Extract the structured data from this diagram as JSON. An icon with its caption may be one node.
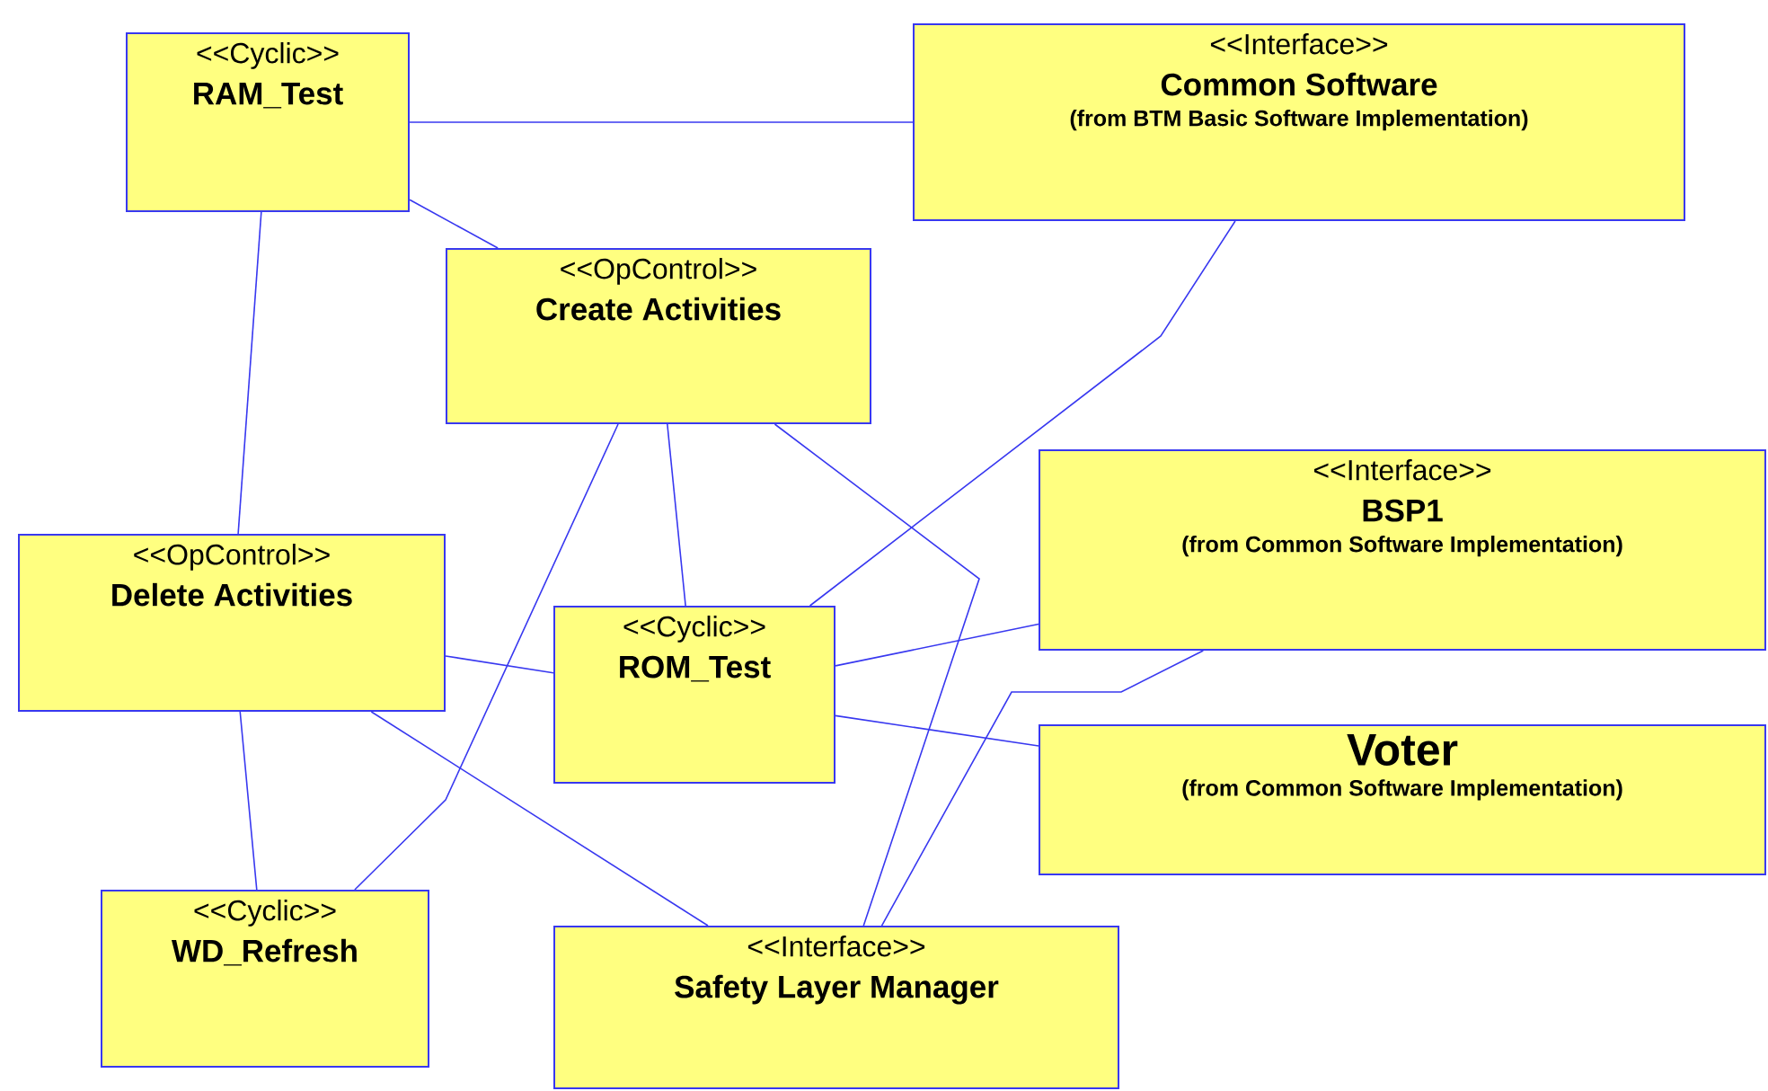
{
  "diagram": {
    "nodes": [
      {
        "text": [
          "<<Cyclic>>",
          "RAM_Test"
        ]
      },
      {
        "text": [
          "<<Interface>>",
          "Common Software",
          "(from BTM Basic Software Implementation)"
        ]
      },
      {
        "text": [
          "<<OpControl>>",
          "Create Activities"
        ]
      },
      {
        "text": [
          "<<OpControl>>",
          "Delete Activities"
        ]
      },
      {
        "text": [
          "<<Cyclic>>",
          "ROM_Test"
        ]
      },
      {
        "text": [
          "<<Interface>>",
          "BSP1",
          "(from Common Software Implementation)"
        ]
      },
      {
        "text": [
          "Voter",
          "(from Common Software Implementation)"
        ]
      },
      {
        "text": [
          "<<Cyclic>>",
          "WD_Refresh"
        ]
      },
      {
        "text": [
          "<<Interface>>",
          "Safety Layer Manager"
        ]
      }
    ],
    "edges": [
      {
        "from": 0,
        "to": 1,
        "arrow": "none"
      },
      {
        "from": 0,
        "to": 2,
        "arrow": "none"
      },
      {
        "from": 0,
        "to": 3,
        "arrow": "none"
      },
      {
        "from": 2,
        "to": 4,
        "arrow": "none"
      },
      {
        "from": 2,
        "to": 7,
        "arrow": "none"
      },
      {
        "from": 2,
        "to": 8,
        "arrow": "none"
      },
      {
        "from": 1,
        "to": 4,
        "arrow": "none"
      },
      {
        "from": 3,
        "to": 4,
        "arrow": "none"
      },
      {
        "from": 3,
        "to": 7,
        "arrow": "none"
      },
      {
        "from": 3,
        "to": 8,
        "arrow": "none"
      },
      {
        "from": 4,
        "to": 5,
        "arrow": "none"
      },
      {
        "from": 4,
        "to": 6,
        "arrow": "none"
      },
      {
        "from": 5,
        "to": 8,
        "arrow": "none"
      }
    ]
  }
}
